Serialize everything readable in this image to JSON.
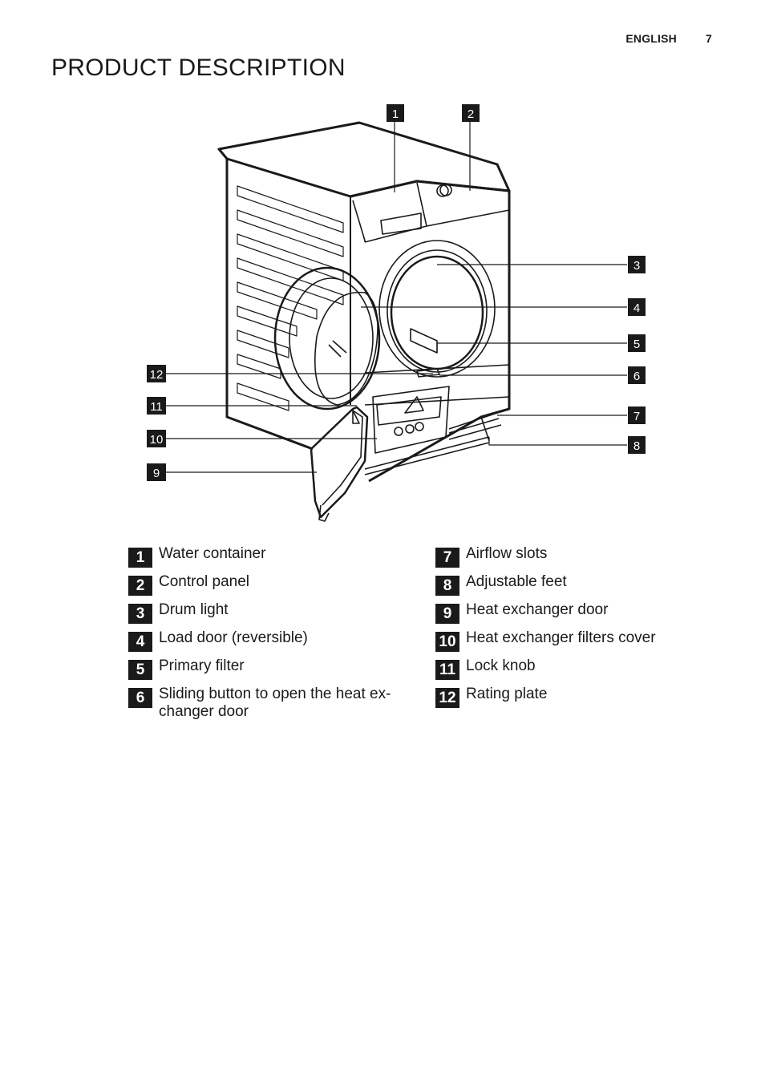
{
  "header": {
    "language": "ENGLISH",
    "page_number": "7"
  },
  "title": "PRODUCT DESCRIPTION",
  "callouts": {
    "c1": "1",
    "c2": "2",
    "c3": "3",
    "c4": "4",
    "c5": "5",
    "c6": "6",
    "c7": "7",
    "c8": "8",
    "c9": "9",
    "c10": "10",
    "c11": "11",
    "c12": "12"
  },
  "legend_left": [
    {
      "num": "1",
      "label": "Water container"
    },
    {
      "num": "2",
      "label": "Control panel"
    },
    {
      "num": "3",
      "label": "Drum light"
    },
    {
      "num": "4",
      "label": "Load door (reversible)"
    },
    {
      "num": "5",
      "label": "Primary filter"
    },
    {
      "num": "6",
      "label": "Sliding button to open the heat ex-\nchanger door"
    }
  ],
  "legend_right": [
    {
      "num": "7",
      "label": "Airflow slots"
    },
    {
      "num": "8",
      "label": "Adjustable feet"
    },
    {
      "num": "9",
      "label": "Heat exchanger door"
    },
    {
      "num": "10",
      "label": "Heat exchanger filters cover"
    },
    {
      "num": "11",
      "label": "Lock knob"
    },
    {
      "num": "12",
      "label": "Rating plate"
    }
  ]
}
